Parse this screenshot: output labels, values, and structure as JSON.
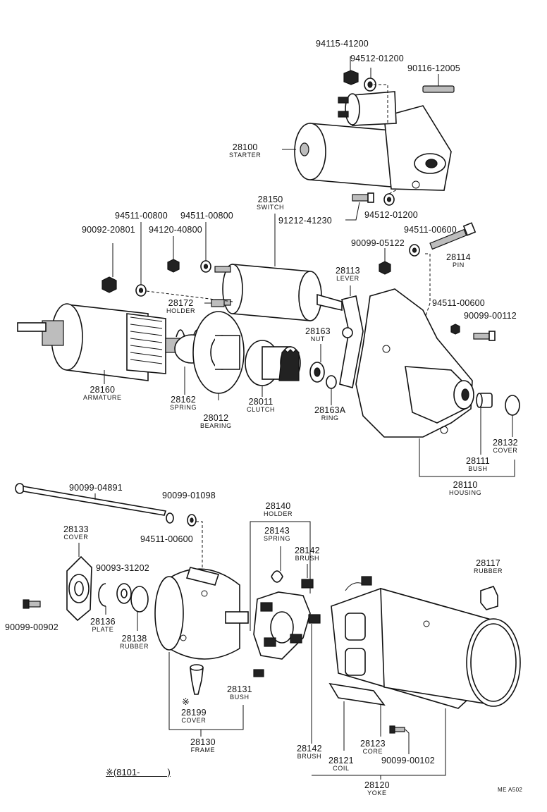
{
  "parts": [
    {
      "id": "p94115-41200",
      "number": "94115-41200",
      "name": ""
    },
    {
      "id": "p94512-01200a",
      "number": "94512-01200",
      "name": ""
    },
    {
      "id": "p90116-12005",
      "number": "90116-12005",
      "name": ""
    },
    {
      "id": "p28100",
      "number": "28100",
      "name": "STARTER"
    },
    {
      "id": "p28150",
      "number": "28150",
      "name": "SWITCH"
    },
    {
      "id": "p91212-41230",
      "number": "91212-41230",
      "name": ""
    },
    {
      "id": "p94512-01200b",
      "number": "94512-01200",
      "name": ""
    },
    {
      "id": "p94511-00800a",
      "number": "94511-00800",
      "name": ""
    },
    {
      "id": "p94511-00800b",
      "number": "94511-00800",
      "name": ""
    },
    {
      "id": "p90092-20801",
      "number": "90092-20801",
      "name": ""
    },
    {
      "id": "p94120-40800",
      "number": "94120-40800",
      "name": ""
    },
    {
      "id": "p94511-00600a",
      "number": "94511-00600",
      "name": ""
    },
    {
      "id": "p90099-05122",
      "number": "90099-05122",
      "name": ""
    },
    {
      "id": "p28114",
      "number": "28114",
      "name": "PIN"
    },
    {
      "id": "p28113",
      "number": "28113",
      "name": "LEVER"
    },
    {
      "id": "p28172",
      "number": "28172",
      "name": "HOLDER"
    },
    {
      "id": "p94511-00600b",
      "number": "94511-00600",
      "name": ""
    },
    {
      "id": "p90099-00112",
      "number": "90099-00112",
      "name": ""
    },
    {
      "id": "p28163",
      "number": "28163",
      "name": "NUT"
    },
    {
      "id": "p28160",
      "number": "28160",
      "name": "ARMATURE"
    },
    {
      "id": "p28162",
      "number": "28162",
      "name": "SPRING"
    },
    {
      "id": "p28011",
      "number": "28011",
      "name": "CLUTCH"
    },
    {
      "id": "p28012",
      "number": "28012",
      "name": "BEARING"
    },
    {
      "id": "p28163A",
      "number": "28163A",
      "name": "RING"
    },
    {
      "id": "p28132",
      "number": "28132",
      "name": "COVER"
    },
    {
      "id": "p28111",
      "number": "28111",
      "name": "BUSH"
    },
    {
      "id": "p28110",
      "number": "28110",
      "name": "HOUSING"
    },
    {
      "id": "p90099-04891",
      "number": "90099-04891",
      "name": ""
    },
    {
      "id": "p90099-01098",
      "number": "90099-01098",
      "name": ""
    },
    {
      "id": "p28140",
      "number": "28140",
      "name": "HOLDER"
    },
    {
      "id": "p28133",
      "number": "28133",
      "name": "COVER"
    },
    {
      "id": "p94511-00600c",
      "number": "94511-00600",
      "name": ""
    },
    {
      "id": "p28143",
      "number": "28143",
      "name": "SPRING"
    },
    {
      "id": "p28142a",
      "number": "28142",
      "name": "BRUSH"
    },
    {
      "id": "p90093-31202",
      "number": "90093-31202",
      "name": ""
    },
    {
      "id": "p28117",
      "number": "28117",
      "name": "RUBBER"
    },
    {
      "id": "p90099-00902",
      "number": "90099-00902",
      "name": ""
    },
    {
      "id": "p28136",
      "number": "28136",
      "name": "PLATE"
    },
    {
      "id": "p28138",
      "number": "28138",
      "name": "RUBBER"
    },
    {
      "id": "p28131",
      "number": "28131",
      "name": "BUSH"
    },
    {
      "id": "p28199",
      "number": "28199",
      "name": "COVER"
    },
    {
      "id": "p28130",
      "number": "28130",
      "name": "FRAME"
    },
    {
      "id": "p28142b",
      "number": "28142",
      "name": "BRUSH"
    },
    {
      "id": "p28123",
      "number": "28123",
      "name": "CORE"
    },
    {
      "id": "p28121",
      "number": "28121",
      "name": "COIL"
    },
    {
      "id": "p90099-00102",
      "number": "90099-00102",
      "name": ""
    },
    {
      "id": "p28120",
      "number": "28120",
      "name": "YOKE"
    }
  ],
  "markers": {
    "p28199": "※",
    "footnote": "※(8101-　　　)"
  },
  "diagram_code": "ME  A502"
}
